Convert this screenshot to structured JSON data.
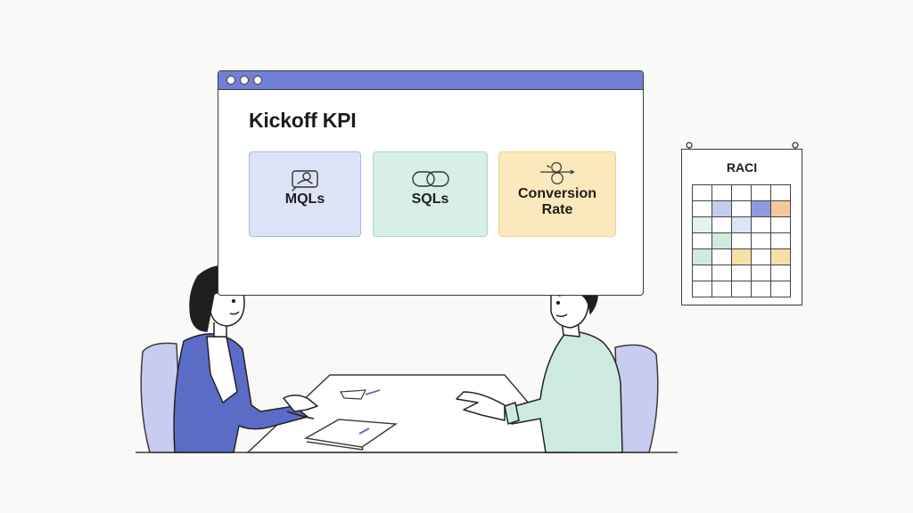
{
  "slide": {
    "title": "Kickoff KPI",
    "kpis": [
      {
        "label": "MQLs",
        "icon": "ticket-icon",
        "color": "#dde3f7"
      },
      {
        "label": "SQLs",
        "icon": "link-icon",
        "color": "#d7efe8"
      },
      {
        "label": "Conversion Rate",
        "icon": "funnel-icon",
        "color": "#fbe9bd"
      }
    ],
    "window_bar_color": "#7180d6"
  },
  "raci": {
    "title": "RACI",
    "highlights": {
      "blue": "#a9b4e8",
      "blue_dark": "#7f8fd8",
      "green": "#cfeadf",
      "orange": "#f4c89c",
      "yellow": "#f7e0a8"
    }
  },
  "people": {
    "left_jacket_color": "#5b6cc7",
    "right_sweater_color": "#cdeae2",
    "chair_color": "#c8ccf0"
  }
}
